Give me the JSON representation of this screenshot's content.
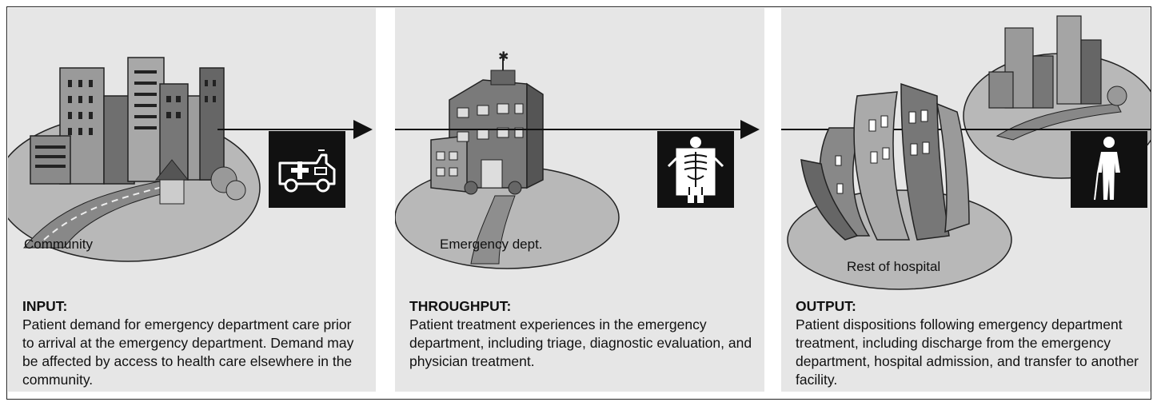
{
  "panels": [
    {
      "place": "Community",
      "heading": "INPUT:",
      "desc": "Patient demand for emergency department care prior to arrival at the emergency department. Demand may be affected by access to health care elsewhere in the community.",
      "icon": "ambulance-icon"
    },
    {
      "place": "Emergency dept.",
      "heading": "THROUGHPUT:",
      "desc": "Patient treatment experiences in the emergency department, including triage, diagnostic evaluation, and physician treatment.",
      "icon": "xray-icon"
    },
    {
      "place": "Rest of hospital",
      "heading": "OUTPUT:",
      "desc": "Patient dispositions following emergency department treatment, including discharge from the emergency department, hospital admission, and transfer to another facility.",
      "icon": "walking-person-icon"
    }
  ],
  "colors": {
    "panel_bg": "#e6e6e6",
    "ellipse_fill": "#b8b8b8",
    "badge_bg": "#111111",
    "building_dark": "#6f6f6f",
    "building_light": "#a8a8a8"
  }
}
